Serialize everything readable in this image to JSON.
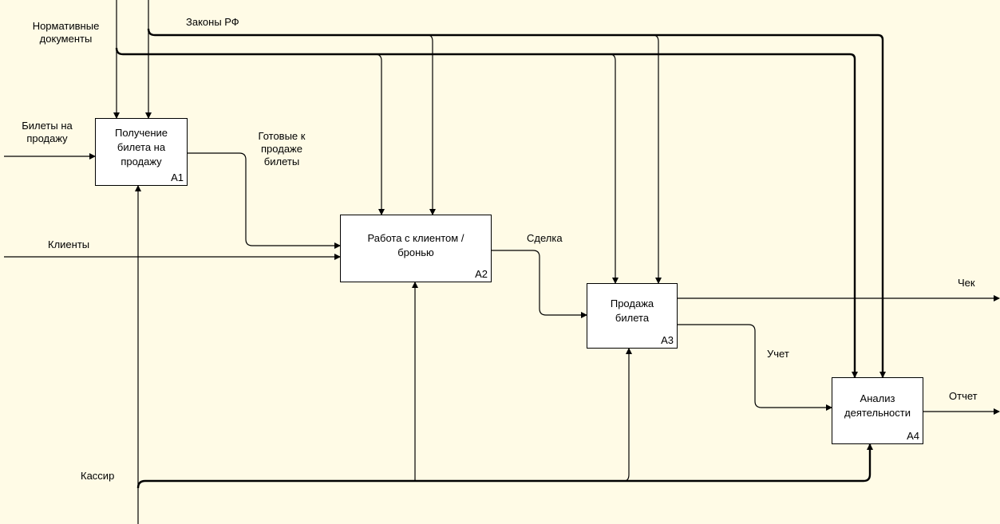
{
  "blocks": [
    {
      "title": "Получение\nбилета на\nпродажу",
      "num": "А1"
    },
    {
      "title": "Работа с клиентом /\nбронью",
      "num": "А2"
    },
    {
      "title": "Продажа\nбилета",
      "num": "А3"
    },
    {
      "title": "Анализ\nдеятельности",
      "num": "А4"
    }
  ],
  "arrows": {
    "normative": "Нормативные\nдокументы",
    "laws": "Законы РФ",
    "tickets_for_sale": "Билеты на\nпродажу",
    "ready_tickets": "Готовые к\nпродаже\nбилеты",
    "clients": "Клиенты",
    "deal": "Сделка",
    "receipt": "Чек",
    "accounting": "Учет",
    "report": "Отчет",
    "cashier": "Кассир"
  },
  "colors": {
    "background": "#fffbe6",
    "line": "#000000",
    "box": "#ffffff"
  }
}
